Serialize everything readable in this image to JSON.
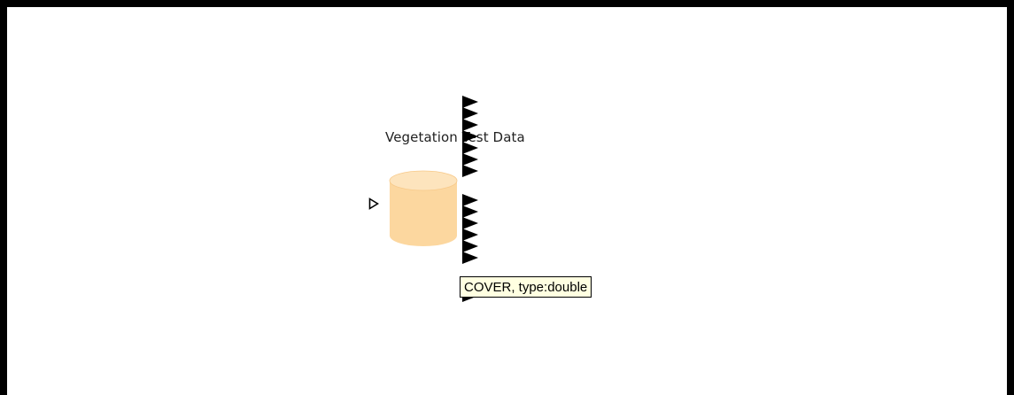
{
  "node": {
    "title": "Vegetation Test Data",
    "icon": "database-cylinder-icon",
    "icon_fill": "#fcd79f",
    "icon_top": "#fde4bd"
  },
  "ports": {
    "input_count": 1,
    "output_groups": [
      7,
      6
    ]
  },
  "tooltip": {
    "text": "COVER, type:double",
    "background": "#ffffe1"
  },
  "colors": {
    "frame": "#000000",
    "canvas": "#ffffff",
    "port": "#000000"
  }
}
